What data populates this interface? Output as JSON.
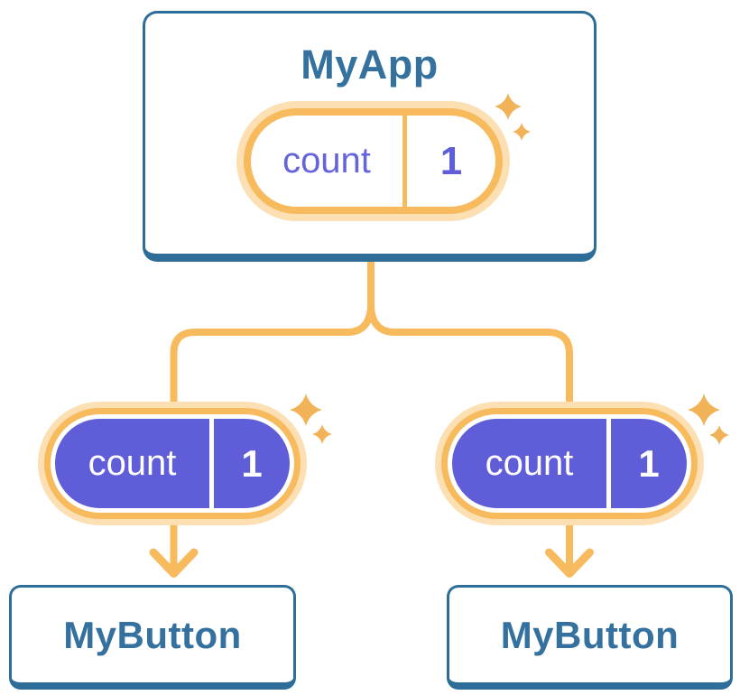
{
  "colors": {
    "blue_border": "#2E6D98",
    "blue_text": "#34719E",
    "orange": "#F7BA5D",
    "orange_halo": "#FCE0B3",
    "purple": "#5F5ED8",
    "purple_text": "#6464DC",
    "white": "#FFFFFF"
  },
  "diagram": {
    "root": {
      "title": "MyApp",
      "state_pill": {
        "label": "count",
        "value": "1"
      }
    },
    "branches": [
      {
        "prop_pill": {
          "label": "count",
          "value": "1"
        },
        "child": {
          "title": "MyButton"
        }
      },
      {
        "prop_pill": {
          "label": "count",
          "value": "1"
        },
        "child": {
          "title": "MyButton"
        }
      }
    ]
  }
}
